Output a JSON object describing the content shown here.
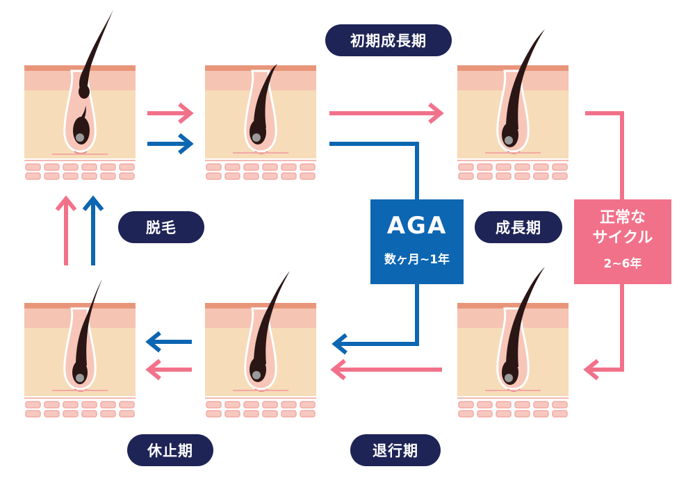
{
  "labels": {
    "early_growth": "初期成長期",
    "hair_loss": "脱毛",
    "growth": "成長期",
    "resting": "休止期",
    "regression": "退行期"
  },
  "aga_box": {
    "title": "AGA",
    "duration": "数ヶ月~1年"
  },
  "normal_cycle_box": {
    "title_line1": "正常な",
    "title_line2": "サイクル",
    "duration": "2~6年"
  },
  "colors": {
    "normal_cycle": "#f2718a",
    "aga": "#0c66b2",
    "label_bg": "#1e2456",
    "skin_top": "#e8957a",
    "epidermis": "#f5c4b2",
    "dermis": "#f6dcb8",
    "hair": "#2a1615"
  },
  "icons": [
    "skin-cross-section-hair-loss",
    "skin-cross-section-early-growth",
    "skin-cross-section-growth",
    "skin-cross-section-regression",
    "skin-cross-section-resting"
  ]
}
